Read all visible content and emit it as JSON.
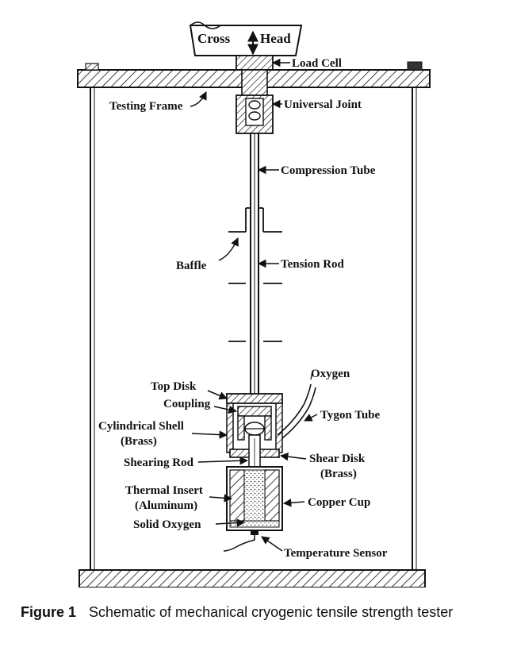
{
  "labels": {
    "cross_head": "Cross Head",
    "load_cell": "Load Cell",
    "testing_frame": "Testing Frame",
    "universal_joint": "Universal Joint",
    "compression_tube": "Compression Tube",
    "baffle": "Baffle",
    "tension_rod": "Tension Rod",
    "oxygen": "Oxygen",
    "top_disk": "Top Disk",
    "coupling": "Coupling",
    "tygon_tube": "Tygon Tube",
    "cylindrical_shell": "Cylindrical Shell",
    "brass_1": "(Brass)",
    "shearing_rod": "Shearing Rod",
    "shear_disk": "Shear Disk",
    "brass_2": "(Brass)",
    "thermal_insert": "Thermal Insert",
    "aluminum": "(Aluminum)",
    "copper_cup": "Copper Cup",
    "solid_oxygen": "Solid Oxygen",
    "temperature_sensor": "Temperature Sensor"
  },
  "caption": {
    "figure_number": "Figure 1",
    "text": "Schematic of mechanical cryogenic tensile strength tester"
  }
}
